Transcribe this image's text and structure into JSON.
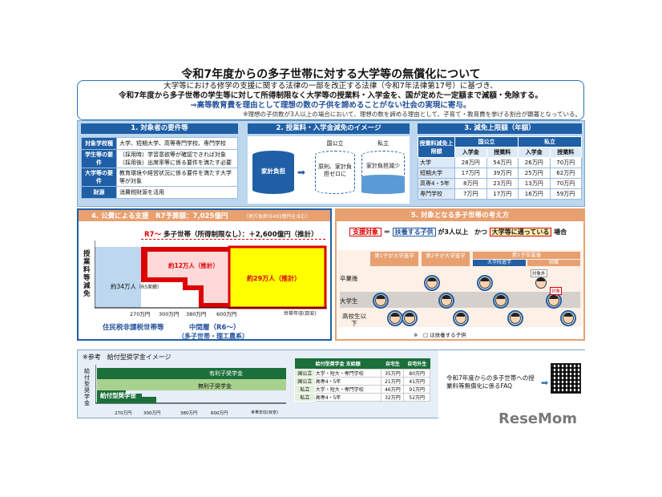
{
  "title": "令和7年度からの多子世帯に対する大学等の無償化について",
  "intro": {
    "line1": "大学等における修学の支援に関する法律の一部を改正する法律（令和7年法律第17号）に基づき、",
    "line2": "令和7年度から多子世帯の学生等に対して所得制限なく大学等の授業料・入学金を、国が定めた一定額まで減額・免除する。",
    "line3": "⇒高等教育費を理由として理想の数の子供を諦めることがない社会の実現に寄与。",
    "note": "※理想の子供数が3人以上の場合において、理想の数を諦める理由として、子育て・教育費を挙げる割合が顕著となっている。"
  },
  "requirements": {
    "header": "1. 対象者の要件等",
    "rows": [
      {
        "key": "対象学校種",
        "value": "大学、短期大学、高等専門学校、専門学校"
      },
      {
        "key": "学生等の要件",
        "value": "（採用時）学習意欲等が確認できれば対象　（採用後）出席率等に係る要件を満たす必要"
      },
      {
        "key": "大学等の要件",
        "value": "教育環境や経営状況に係る要件を満たす大学等が対象"
      },
      {
        "key": "財源",
        "value": "消費税財源を活用"
      }
    ]
  },
  "reduction": {
    "header": "2. 授業料・入学金減免のイメージ",
    "household": "家計負担",
    "national_label": "国公立",
    "national_text": "原則、家計負担ゼロに",
    "private_label": "私立",
    "private_text": "家計負担減少"
  },
  "limits": {
    "header": "3. 減免上限額（年額）",
    "col_label": "授業料減免上限額",
    "group_national": "国公立",
    "group_private": "私立",
    "sub": [
      "入学金",
      "授業料",
      "入学金",
      "授業料"
    ],
    "rows": [
      {
        "school": "大学",
        "values": [
          "28万円",
          "54万円",
          "26万円",
          "70万円"
        ]
      },
      {
        "school": "短期大学",
        "values": [
          "17万円",
          "39万円",
          "25万円",
          "62万円"
        ]
      },
      {
        "school": "高専4・5年",
        "values": [
          "8万円",
          "23万円",
          "13万円",
          "70万円"
        ]
      },
      {
        "school": "専門学校",
        "values": [
          "7万円",
          "17万円",
          "16万円",
          "59万円"
        ]
      }
    ]
  },
  "public_support": {
    "header": "4. 公費による支援",
    "budget": "R7予算額：7,025億円",
    "budget_note": "（地方負担分493億円を含む）",
    "r7_label": "R7～",
    "r7_text": "多子世帯（所得制限なし）：＋2,600億円（推計）",
    "ylabel": "授業料等減免",
    "blue_label": "約34万人",
    "blue_note": "（R5実績）",
    "red_label": "約12万人（推計）",
    "yellow_label": "約29万人（推計）",
    "ticks": [
      "270万円",
      "300万円",
      "380万円",
      "600万円"
    ],
    "xaxis": "世帯年収(目安)",
    "bottom1": "住民税非課税世帯等",
    "bottom2": "中間層（R6～）",
    "bottom3": "（多子世帯・理工農系）"
  },
  "concept": {
    "header": "5. 対象となる多子世帯の考え方",
    "target": "支援対象",
    "mid1": "＝",
    "dependent": "扶養する子供",
    "mid2": "が3人以上　かつ",
    "univ": "大学等に通っている",
    "end": "場合",
    "cols": [
      "第1子が大学進学",
      "第2子が大学進学",
      "第1子卒業後"
    ],
    "sub_cols": [
      "大学院進学",
      "就職"
    ],
    "rows": [
      "卒業後",
      "大学生",
      "高校生以下"
    ],
    "target_tag": "対象",
    "out_tag": "対象外",
    "legend": "※　□ は扶養する子供"
  },
  "reference": {
    "header": "※参考　給付型奨学金イメージ",
    "ylabel": "給付型奨学金",
    "label_giving": "給付型奨学金",
    "label_interest": "有利子奨学金",
    "label_free": "無利子奨学金",
    "ticks": [
      "270万円",
      "300万円",
      "380万円",
      "600万円"
    ],
    "xaxis": "世帯年収(目安)",
    "table_head": [
      "給付型奨学金 支給額",
      "自宅生",
      "自宅外生"
    ],
    "rows": [
      [
        "国公立",
        "大学・短大・専門学校",
        "35万円",
        "80万円"
      ],
      [
        "国公立",
        "高専4・5年",
        "21万円",
        "41万円"
      ],
      [
        "私立",
        "大学・短大・専門学校",
        "46万円",
        "91万円"
      ],
      [
        "私立",
        "高専4・5年",
        "32万円",
        "52万円"
      ]
    ],
    "faq": "令和7年度からの多子世帯への授業料等無償化に係るFAQ",
    "arrow": "➡"
  },
  "watermark": "ReseMom"
}
